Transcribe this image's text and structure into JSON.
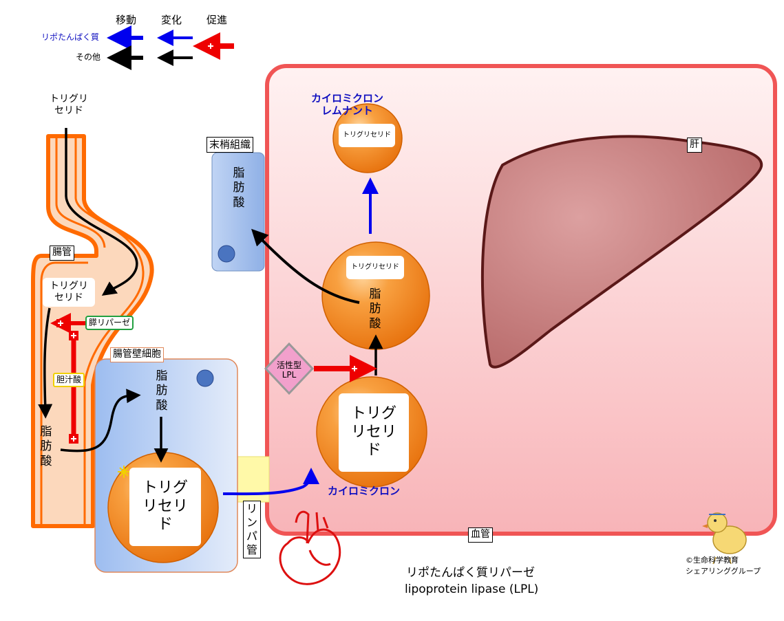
{
  "legend": {
    "col_move": "移動",
    "col_change": "変化",
    "col_promote": "促進",
    "row_lipoprotein": "リポたんぱく質",
    "row_other": "その他"
  },
  "intestine": {
    "input_label": "トリグリ\nセリド",
    "tube_label": "腸管",
    "triglyceride": "トリグリ\nセリド",
    "pancreatic_lipase": "膵リパーゼ",
    "bile_acid": "胆汁酸",
    "fatty_acid": "脂肪酸"
  },
  "epithelial_cell": {
    "title": "腸管壁細胞",
    "fatty_acid": "脂肪酸",
    "triglyceride": "トリグ\nリセリ\nド"
  },
  "lymph_label": "リンパ管",
  "peripheral": {
    "title": "末梢組織",
    "fatty_acid": "脂肪酸"
  },
  "blood_vessel": {
    "label": "血管",
    "liver_label": "肝",
    "remnant_label": "カイロミクロン\nレムナント",
    "remnant_triglyceride": "トリグリセリド",
    "middle_triglyceride": "トリグリセリド",
    "middle_fatty_acid": "脂肪酸",
    "active_lpl": "活性型\nLPL",
    "chylomicron_triglyceride": "トリグ\nリセリ\nド",
    "chylomicron_label": "カイロミクロン"
  },
  "footer": {
    "title_ja": "リポたんぱく質リパーゼ",
    "title_en": "lipoprotein lipase (LPL)"
  },
  "credit": {
    "line1": "©生命科学教育",
    "line2": "シェアリンググループ"
  },
  "colors": {
    "lipoprotein_arrow": "#0000ee",
    "other_arrow": "#000000",
    "promote_arrow": "#ee0000",
    "vessel_border": "#f05050",
    "tube_orange": "#ff6a00",
    "particle_orange": "#f58a1f",
    "liver": "#c97a7a"
  }
}
